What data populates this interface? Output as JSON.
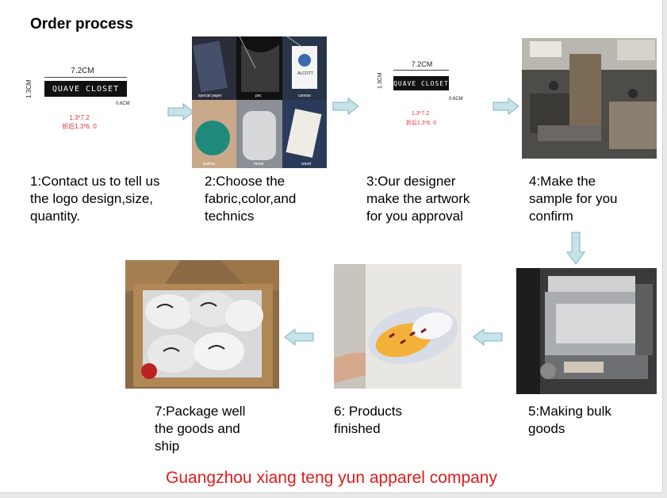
{
  "title": "Order process",
  "company": "Guangzhou xiang teng yun apparel company",
  "label_mockup": {
    "width_dim": "7.2CM",
    "height_dim": "1.3CM",
    "inner_dim": "0.6CM",
    "brand": "QUAVE CLOSET",
    "size_note_1": "1.3*7.2",
    "size_note_2": "折后1.3*6. 0"
  },
  "tag_photo_captions": {
    "c1": "special paper",
    "c2": "pvc",
    "c3": "canvas",
    "c4": "leather",
    "c5": "metal",
    "c6": "wood",
    "tag_brand": "ALCOTT"
  },
  "steps": [
    {
      "line1": "1:Contact us to tell us",
      "line2": "the logo design,size,",
      "line3": "quantity."
    },
    {
      "line1": "2:Choose the",
      "line2": "fabric,color,and",
      "line3": "technics"
    },
    {
      "line1": "3:Our designer",
      "line2": "make the artwork",
      "line3": "for you approval"
    },
    {
      "line1": "4:Make the",
      "line2": "sample for you",
      "line3": "confirm"
    },
    {
      "line1": "5:Making bulk",
      "line2": "goods"
    },
    {
      "line1": "6: Products",
      "line2": "finished"
    },
    {
      "line1": "7:Package well",
      "line2": "the goods and",
      "line3": "ship"
    }
  ],
  "colors": {
    "arrow_fill": "#c5e3e9",
    "arrow_stroke": "#7fb3c1",
    "company_text": "#e01b1b"
  }
}
